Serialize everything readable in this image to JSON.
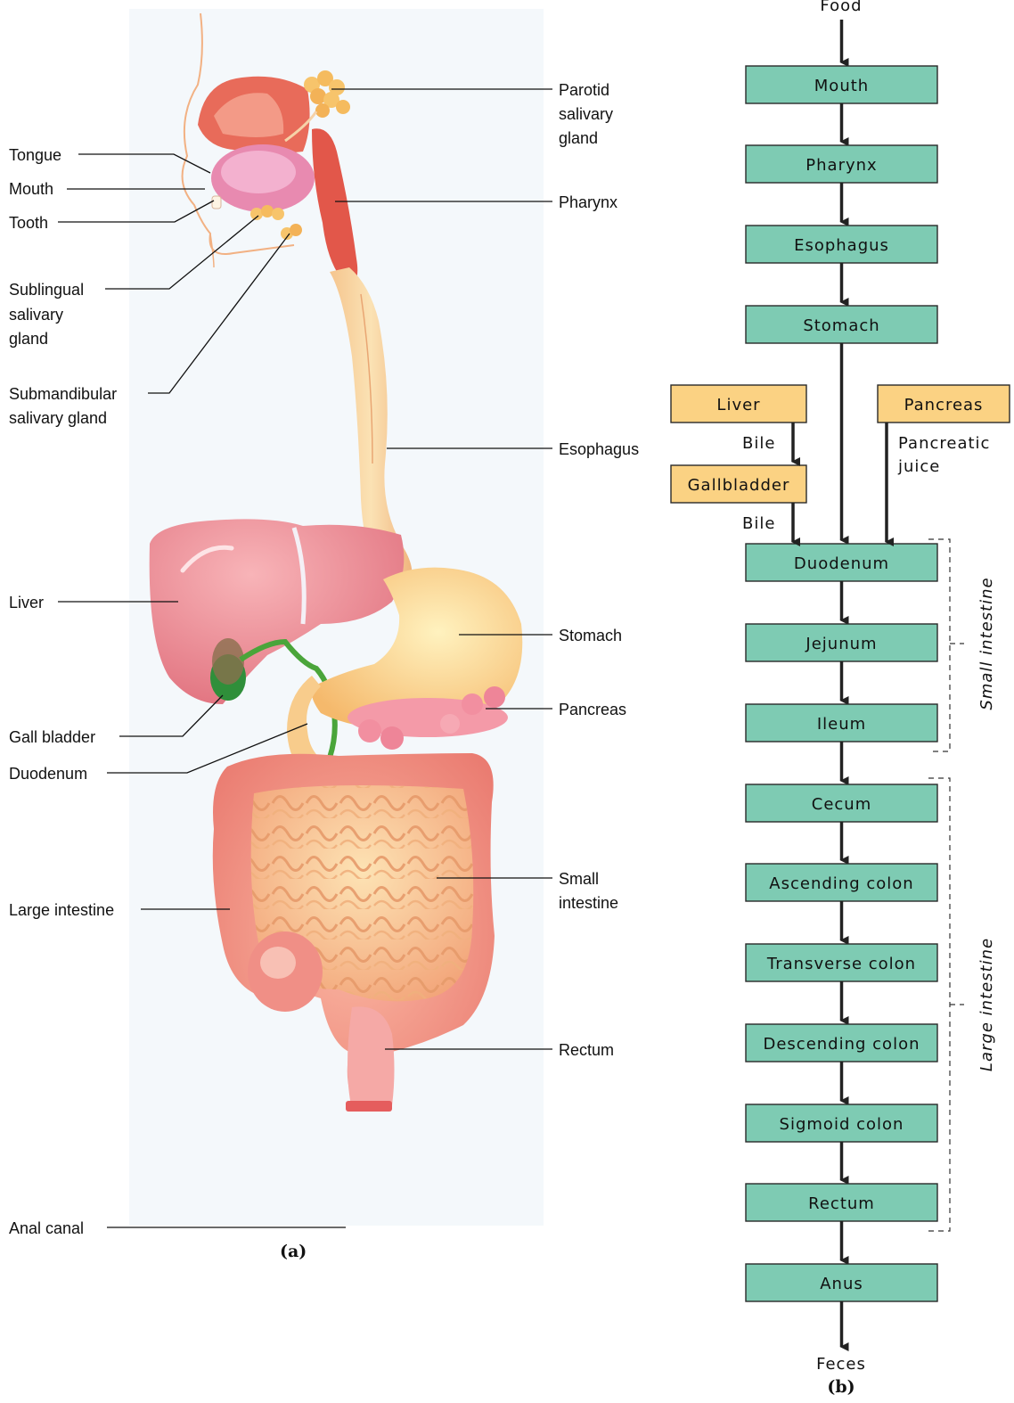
{
  "panel_a": {
    "label": "(a)",
    "labels_left": [
      {
        "key": "tongue",
        "text": "Tongue"
      },
      {
        "key": "mouth",
        "text": "Mouth"
      },
      {
        "key": "tooth",
        "text": "Tooth"
      },
      {
        "key": "sublingual",
        "lines": [
          "Sublingual",
          "salivary",
          "gland"
        ]
      },
      {
        "key": "submandibular",
        "lines": [
          "Submandibular",
          "salivary gland"
        ]
      },
      {
        "key": "liver",
        "text": "Liver"
      },
      {
        "key": "gallbladder",
        "text": "Gall bladder"
      },
      {
        "key": "duodenum",
        "text": "Duodenum"
      },
      {
        "key": "large_intestine",
        "text": "Large intestine"
      },
      {
        "key": "anal_canal",
        "text": "Anal canal"
      }
    ],
    "labels_right": [
      {
        "key": "parotid",
        "lines": [
          "Parotid",
          "salivary",
          "gland"
        ]
      },
      {
        "key": "pharynx",
        "text": "Pharynx"
      },
      {
        "key": "esophagus",
        "text": "Esophagus"
      },
      {
        "key": "stomach",
        "text": "Stomach"
      },
      {
        "key": "pancreas",
        "text": "Pancreas"
      },
      {
        "key": "small_intestine",
        "lines": [
          "Small",
          "intestine"
        ]
      },
      {
        "key": "rectum",
        "text": "Rectum"
      }
    ]
  },
  "panel_b": {
    "label": "(b)",
    "input": "Food",
    "output": "Feces",
    "main_path": [
      "Mouth",
      "Pharynx",
      "Esophagus",
      "Stomach",
      "Duodenum",
      "Jejunum",
      "Ileum",
      "Cecum",
      "Ascending colon",
      "Transverse colon",
      "Descending colon",
      "Sigmoid colon",
      "Rectum",
      "Anus"
    ],
    "accessory": {
      "liver": "Liver",
      "gallbladder": "Gallbladder",
      "pancreas": "Pancreas",
      "bile_1": "Bile",
      "bile_2": "Bile",
      "pancreatic_juice": [
        "Pancreatic",
        "juice"
      ]
    },
    "groups": {
      "small_intestine": "Small intestine",
      "large_intestine": "Large intestine"
    }
  },
  "colors": {
    "organ_box": "#7ecbb3",
    "accessory_box": "#fbd283",
    "illustration_bg": "#f4f8fb"
  }
}
